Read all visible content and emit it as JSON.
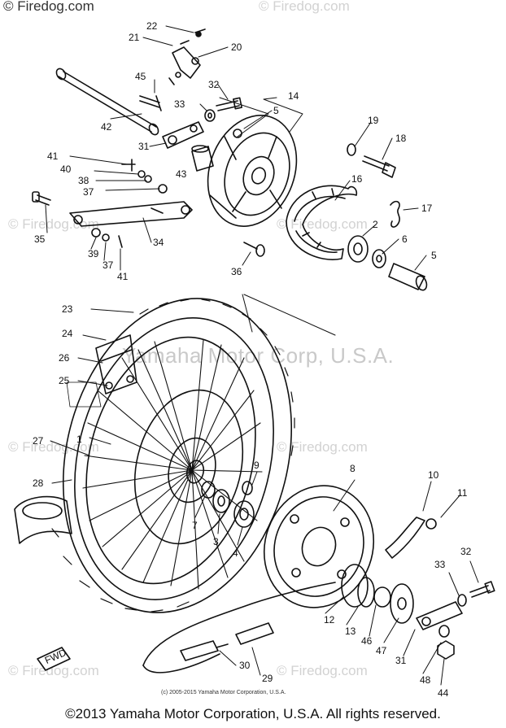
{
  "watermarks": {
    "top_site": "© Firedog.com",
    "site": "© Firedog.com",
    "corp": "Yamaha Motor Corp, U.S.A."
  },
  "footer": {
    "small_copyright": "(c) 2005-2015 Yamaha Motor Corporation, U.S.A.",
    "copyright": "©2013 Yamaha Motor Corporation, U.S.A. All rights reserved."
  },
  "stamp_text": "FWD",
  "callouts": [
    "22",
    "21",
    "20",
    "45",
    "32",
    "33",
    "5",
    "14",
    "42",
    "31",
    "19",
    "18",
    "41",
    "40",
    "38",
    "43",
    "16",
    "37",
    "17",
    "35",
    "34",
    "2",
    "6",
    "39",
    "37",
    "41",
    "5",
    "36",
    "23",
    "24",
    "26",
    "25",
    "27",
    "1",
    "9",
    "8",
    "10",
    "11",
    "28",
    "7",
    "3",
    "4",
    "32",
    "33",
    "12",
    "13",
    "46",
    "47",
    "31",
    "48",
    "44",
    "30",
    "29"
  ]
}
